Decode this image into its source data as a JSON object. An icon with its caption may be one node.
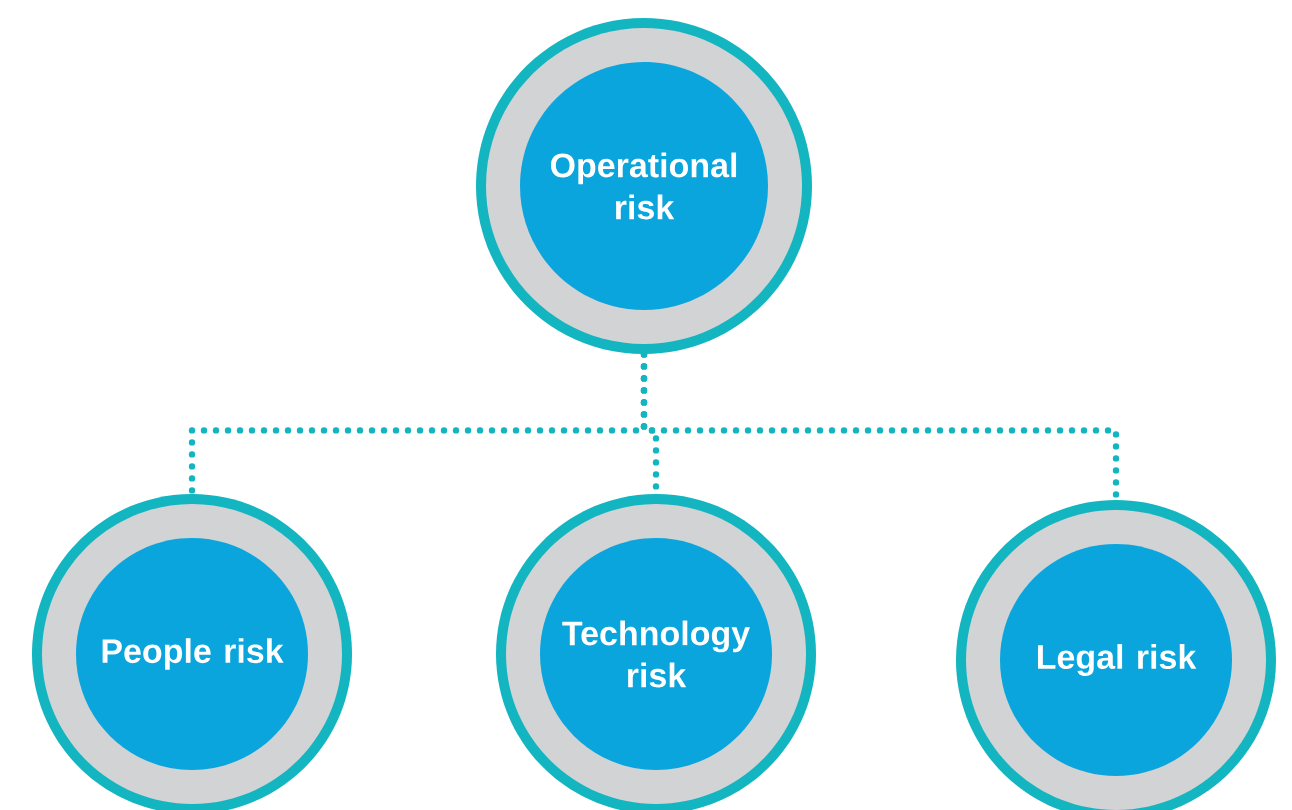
{
  "diagram": {
    "nodes": [
      {
        "text": [
          "Operational risk"
        ]
      },
      {
        "text": [
          "People risk"
        ]
      },
      {
        "text": [
          "Technology risk"
        ]
      },
      {
        "text": [
          "Legal risk"
        ]
      }
    ],
    "edges": [
      {
        "from": 0,
        "to": 1,
        "arrow": "none"
      },
      {
        "from": 0,
        "to": 2,
        "arrow": "none"
      },
      {
        "from": 0,
        "to": 3,
        "arrow": "none"
      }
    ]
  }
}
